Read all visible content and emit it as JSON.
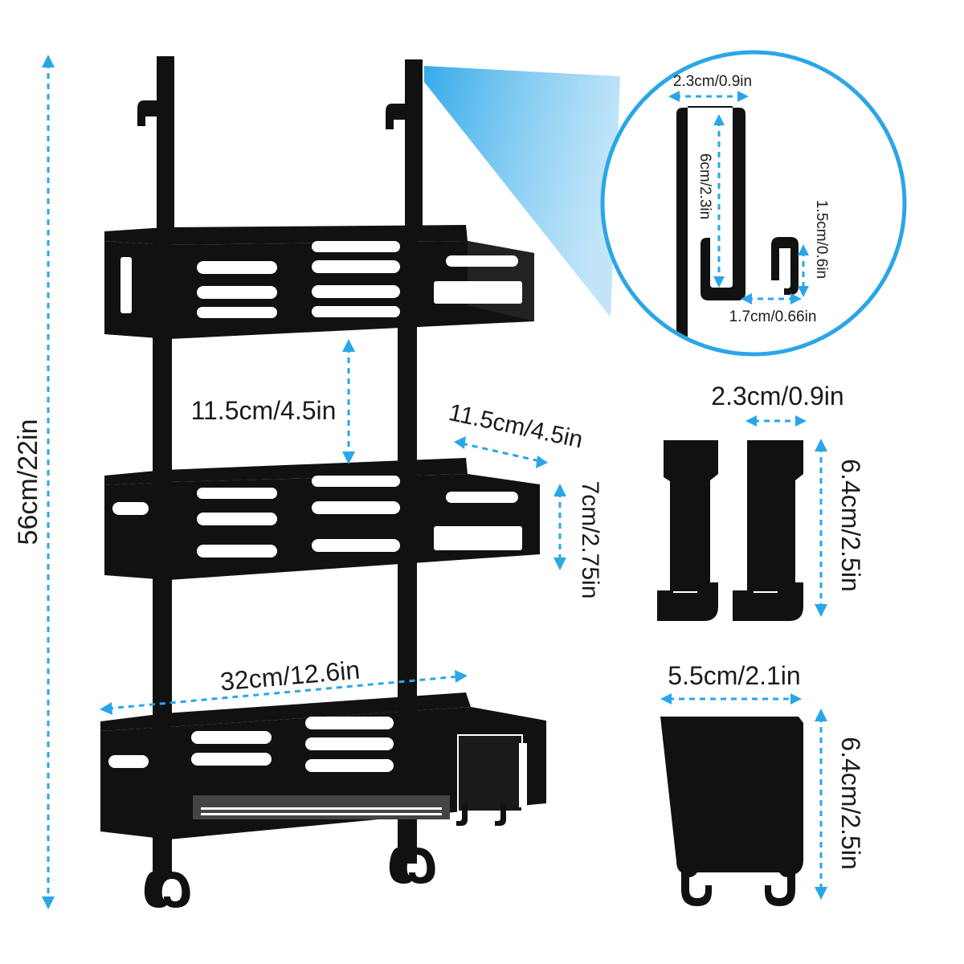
{
  "accent_color": "#2aa6e8",
  "product_color": "#111111",
  "dimensions": {
    "total_height": "56cm/22in",
    "shelf_spacing": "11.5cm/4.5in",
    "shelf_depth": "11.5cm/4.5in",
    "shelf_height": "7cm/2.75in",
    "shelf_width": "32cm/12.6in"
  },
  "hook_detail": {
    "top_width": "2.3cm/0.9in",
    "inner_height": "6cm/2.3in",
    "lip_height": "1.5cm/0.6in",
    "bottom_width": "1.7cm/0.66in"
  },
  "door_hooks": {
    "width": "2.3cm/0.9in",
    "height": "6.4cm/2.5in"
  },
  "wide_hook": {
    "width": "5.5cm/2.1in",
    "height": "6.4cm/2.5in"
  },
  "icons": [
    "over-door-shelf-rack",
    "door-hook-pair",
    "wide-door-hook",
    "magnifier-callout"
  ]
}
